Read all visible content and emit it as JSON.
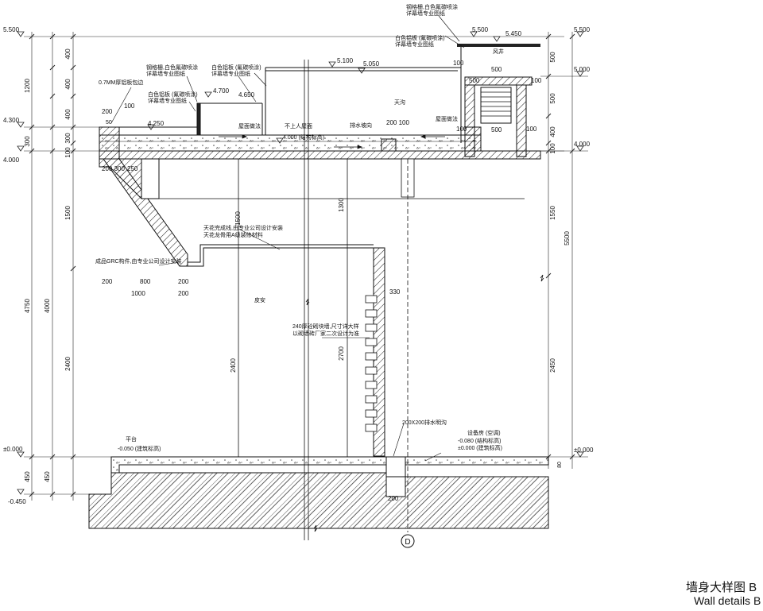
{
  "caption": {
    "title_cn": "墙身大样图 B",
    "title_en": "Wall details B"
  },
  "axis_label": "D",
  "elevations": {
    "left_5500": "5.500",
    "left_4300": "4.300",
    "left_4000": "4.000",
    "left_0000": "±0.000",
    "left_m0450": "-0.450",
    "right_5500": "5.500",
    "right_5000": "5.000",
    "right_4000": "4.000",
    "right_0000": "±0.000",
    "e4700": "4.700",
    "e4650": "4.650",
    "e4250": "4.250",
    "e5100": "5.100",
    "e5050": "5.050",
    "e5500": "5.500",
    "e5450": "5.450",
    "e4000_struct": "4.000 (结构标高)",
    "e0080": "-0.080 (结构标高)",
    "e0000_arch": "±0.000 (建筑标高)",
    "e0050": "-0.050 (建筑标高)"
  },
  "dims_left_outer": [
    "1200",
    "300",
    "4750",
    "450"
  ],
  "dims_left_inner": [
    "400",
    "400",
    "400",
    "300",
    "100",
    "1500",
    "4000",
    "2400",
    "450"
  ],
  "dims_right": [
    "500",
    "500",
    "400",
    "100",
    "1550",
    "5500",
    "2450"
  ],
  "dims_misc": {
    "d200a": "200",
    "d100a": "100",
    "d50": "50",
    "d200_300": "200 300",
    "d250": "250",
    "d200b": "200",
    "d800": "800",
    "d200c": "200",
    "d1000": "1000",
    "d200d": "200",
    "d1500": "1500",
    "d1300": "1300",
    "d2700": "2700",
    "d2400": "2400",
    "d330": "330",
    "d200_100": "200 100",
    "d100b": "100",
    "d500a": "500",
    "d500b": "500",
    "d500c": "500",
    "d100c": "100",
    "d100d": "100",
    "d100e": "100",
    "d200e": "200",
    "d80": "80"
  },
  "notes": {
    "n_alu": "0.7MM厚铝板包边",
    "n_steel1": "钢格栅,白色氟碳喷涂",
    "n_steel1b": "详幕墙专业图纸",
    "n_white1": "白色铝板 (氟碳喷涂)",
    "n_white1b": "详幕墙专业图纸",
    "n_white2": "白色铝板 (氟碳喷涂)",
    "n_white2b": "详幕墙专业图纸",
    "n_roof": "屋面做法",
    "n_noaccess": "不上人屋面",
    "n_drain": "排水坡向",
    "n_gutter": "天沟",
    "n_roof2": "屋面做法",
    "n_top1": "钢格栅,白色氟碳喷涂",
    "n_top1b": "详幕墙专业图纸",
    "n_top2": "白色铝板 (氟碳喷涂)",
    "n_top2b": "详幕墙专业图纸",
    "n_shaft": "风井",
    "n_ceiling1": "天花完成线,由专业公司设计安装",
    "n_ceiling2": "天花龙骨用A级装修材料",
    "n_grc": "成品GRC构件,由专业公司设计安装",
    "n_floor": "皮安",
    "n_wall1": "240厚砼砌块墙,尺寸详大样",
    "n_wall2": "以砌墙砖厂家二次设计为准",
    "n_ditch": "200X200排水明沟",
    "n_platform": "平台",
    "n_equip": "设备房 (空调)"
  }
}
